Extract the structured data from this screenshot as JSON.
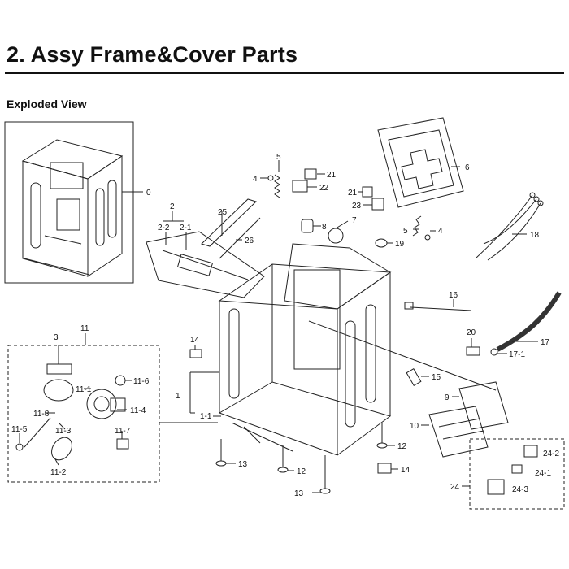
{
  "header": {
    "title": "2.  Assy Frame&Cover Parts",
    "subtitle": "Exploded View"
  },
  "callouts": {
    "c0": "0",
    "c1": "1",
    "c1_1": "1-1",
    "c2": "2",
    "c2_1": "2-1",
    "c2_2": "2-2",
    "c3": "3",
    "c4a": "4",
    "c4b": "4",
    "c5a": "5",
    "c5b": "5",
    "c6": "6",
    "c7": "7",
    "c8": "8",
    "c9": "9",
    "c10": "10",
    "c11": "11",
    "c11_1": "11-1",
    "c11_2": "11-2",
    "c11_3": "11-3",
    "c11_4": "11-4",
    "c11_5": "11-5",
    "c11_6": "11-6",
    "c11_7": "11-7",
    "c11_8": "11-8",
    "c12a": "12",
    "c12b": "12",
    "c13a": "13",
    "c13b": "13",
    "c14a": "14",
    "c14b": "14",
    "c15": "15",
    "c16": "16",
    "c17": "17",
    "c17_1": "17-1",
    "c18": "18",
    "c19": "19",
    "c20": "20",
    "c21a": "21",
    "c21b": "21",
    "c22": "22",
    "c23": "23",
    "c24": "24",
    "c24_1": "24-1",
    "c24_2": "24-2",
    "c24_3": "24-3",
    "c25": "25",
    "c26": "26"
  }
}
